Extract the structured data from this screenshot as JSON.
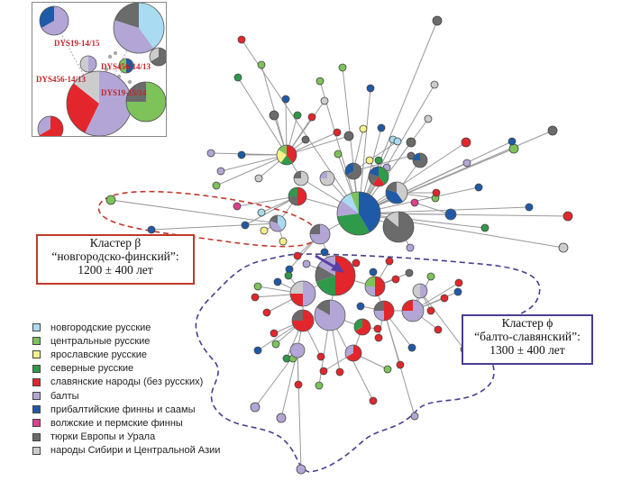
{
  "inset": {
    "labels": [
      "DYS19-14/15",
      "DYS456-14/13",
      "DYS456-14/13",
      "DYS19-15/14"
    ]
  },
  "clusters": {
    "beta": {
      "title": "Кластер β",
      "name": "“новгородско-финский”:",
      "age": "1200 ± 400 лет"
    },
    "phi": {
      "title": "Кластер ϕ",
      "name": "“балто-славянский”:",
      "age": "1300 ± 400 лет"
    }
  },
  "legend": [
    {
      "label": "новгородские русские",
      "color": "#a9dcf3"
    },
    {
      "label": "центральные русские",
      "color": "#7dc35a"
    },
    {
      "label": "ярославские русские",
      "color": "#f5f08a"
    },
    {
      "label": "северные русские",
      "color": "#2f9a4a"
    },
    {
      "label": "славянские народы (без русских)",
      "color": "#e3262c"
    },
    {
      "label": "балты",
      "color": "#b3a6d6"
    },
    {
      "label": "прибалтийские финны и саамы",
      "color": "#1f5aa8"
    },
    {
      "label": "волжские и пермские финны",
      "color": "#de3f8e"
    },
    {
      "label": "тюрки Европы и Урала",
      "color": "#6b6b6b"
    },
    {
      "label": "народы Сибири и Центральной Азии",
      "color": "#cccccc"
    }
  ]
}
